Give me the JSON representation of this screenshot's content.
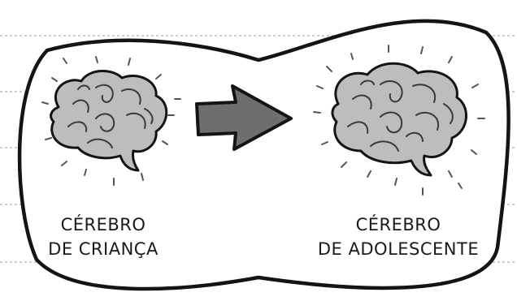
{
  "labels": {
    "child_brain": {
      "line1": "CÉREBRO",
      "line2": "DE CRIANÇA"
    },
    "teen_brain": {
      "line1": "CÉREBRO",
      "line2": "DE ADOLESCENTE"
    }
  },
  "colors": {
    "outline": "#141414",
    "brain_fill": "#bdbdbd",
    "arrow_fill": "#6e6e6e",
    "ruled_line": "#9a9a9a",
    "background": "#ffffff"
  },
  "icons": [
    "child-brain-icon",
    "teen-brain-icon",
    "right-arrow-icon"
  ]
}
